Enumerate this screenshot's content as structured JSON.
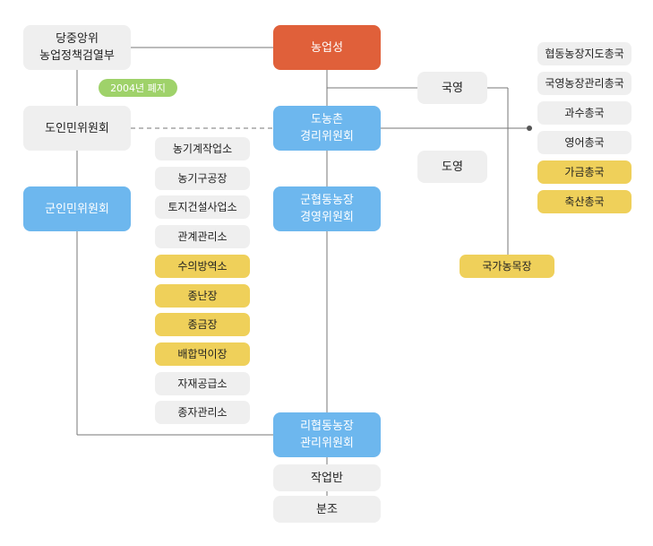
{
  "nodes": {
    "party_dept": "당중앙위\n농업정책검열부",
    "repeal_tag": "2004년 폐지",
    "province_committee": "도인민위원회",
    "county_committee": "군인민위원회",
    "ministry": "농업성",
    "rural_committee": "도농촌\n경리위원회",
    "county_coop": "군협동농장\n경영위원회",
    "ri_coop": "리협동농장\n관리위원회",
    "work_team": "작업반",
    "sub_team": "분조",
    "state_run": "국영",
    "province_run": "도영",
    "national_ranch": "국가농목장"
  },
  "county_units": [
    {
      "label": "농기계작업소",
      "highlight": false
    },
    {
      "label": "농기구공장",
      "highlight": false
    },
    {
      "label": "토지건설사업소",
      "highlight": false
    },
    {
      "label": "관계관리소",
      "highlight": false
    },
    {
      "label": "수의방역소",
      "highlight": true
    },
    {
      "label": "종난장",
      "highlight": true
    },
    {
      "label": "종금장",
      "highlight": true
    },
    {
      "label": "배합먹이장",
      "highlight": true
    },
    {
      "label": "자재공급소",
      "highlight": false
    },
    {
      "label": "종자관리소",
      "highlight": false
    }
  ],
  "general_bureaus": [
    {
      "label": "협동농장지도총국",
      "highlight": false
    },
    {
      "label": "국영농장관리총국",
      "highlight": false
    },
    {
      "label": "과수총국",
      "highlight": false
    },
    {
      "label": "영어총국",
      "highlight": false
    },
    {
      "label": "가금총국",
      "highlight": true
    },
    {
      "label": "축산총국",
      "highlight": true
    }
  ],
  "colors": {
    "gray": "#efefef",
    "blue": "#6db7ee",
    "orange": "#e0603a",
    "yellow": "#efd05a",
    "green": "#9fd26a",
    "line": "#777777"
  }
}
